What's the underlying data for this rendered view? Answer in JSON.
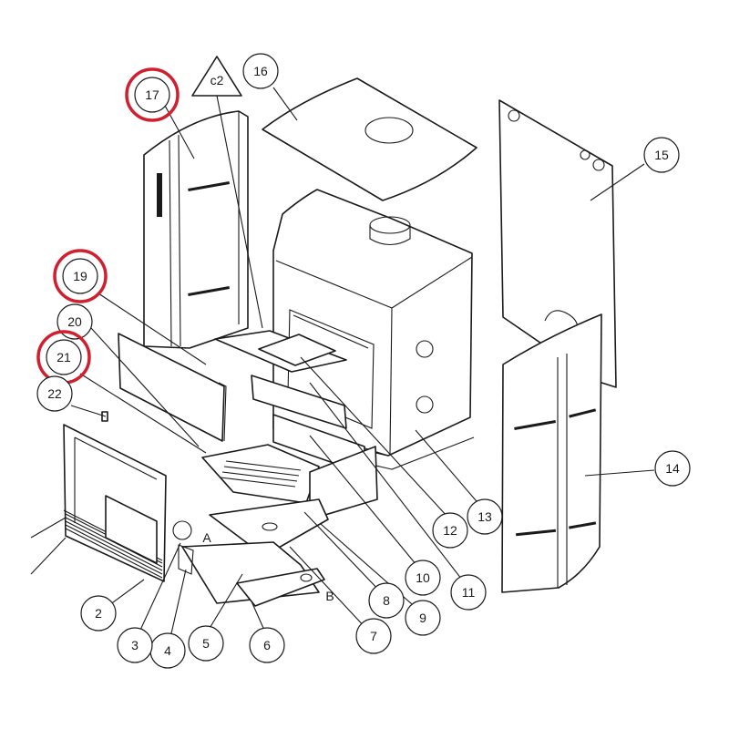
{
  "colors": {
    "highlight": "#d01f2e",
    "line": "#1a1a1a",
    "background": "#ffffff"
  },
  "callouts": {
    "c2": "c2",
    "p2": "2",
    "p3": "3",
    "p4": "4",
    "p5": "5",
    "p6": "6",
    "p7": "7",
    "p8": "8",
    "p9": "9",
    "p10": "10",
    "p11": "11",
    "p12": "12",
    "p13": "13",
    "p14": "14",
    "p15": "15",
    "p16": "16",
    "p17": "17",
    "p19": "19",
    "p20": "20",
    "p21": "21",
    "p22": "22"
  },
  "highlighted_parts": [
    "17",
    "19",
    "21"
  ],
  "letters": {
    "a": "A",
    "b": "B"
  }
}
